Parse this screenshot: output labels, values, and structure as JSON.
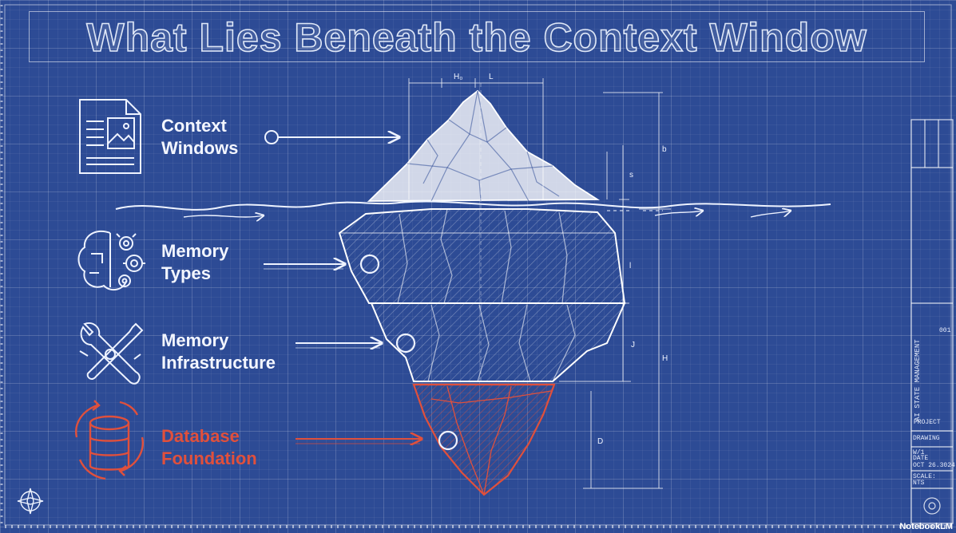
{
  "title": "What Lies Beneath the Context Window",
  "layers": [
    {
      "line1": "Context",
      "line2": "Windows",
      "icon": "document-icon"
    },
    {
      "line1": "Memory",
      "line2": "Types",
      "icon": "brain-gears-icon"
    },
    {
      "line1": "Memory",
      "line2": "Infrastructure",
      "icon": "wrench-screwdriver-icon"
    },
    {
      "line1": "Database",
      "line2": "Foundation",
      "icon": "database-cycle-icon"
    }
  ],
  "dimensions": {
    "top_a": "H₀",
    "top_b": "L",
    "side_1": "b",
    "side_2": "s",
    "side_3": "l",
    "side_4": "J",
    "side_5": "H",
    "side_6": "D"
  },
  "title_block": {
    "project_label": "PROJECT",
    "project": "AI STATE MANAGEMENT",
    "sheet_no": "001",
    "drawing_label": "DRAWING",
    "drawing": "W/1",
    "date_label": "DATE",
    "date": "OCT 26.3024",
    "scale_label": "SCALE:",
    "scale": "NTS"
  },
  "brand": "NotebookLM",
  "colors": {
    "background": "#2d4b95",
    "line": "#eef3ff",
    "accent": "#e0503c"
  }
}
